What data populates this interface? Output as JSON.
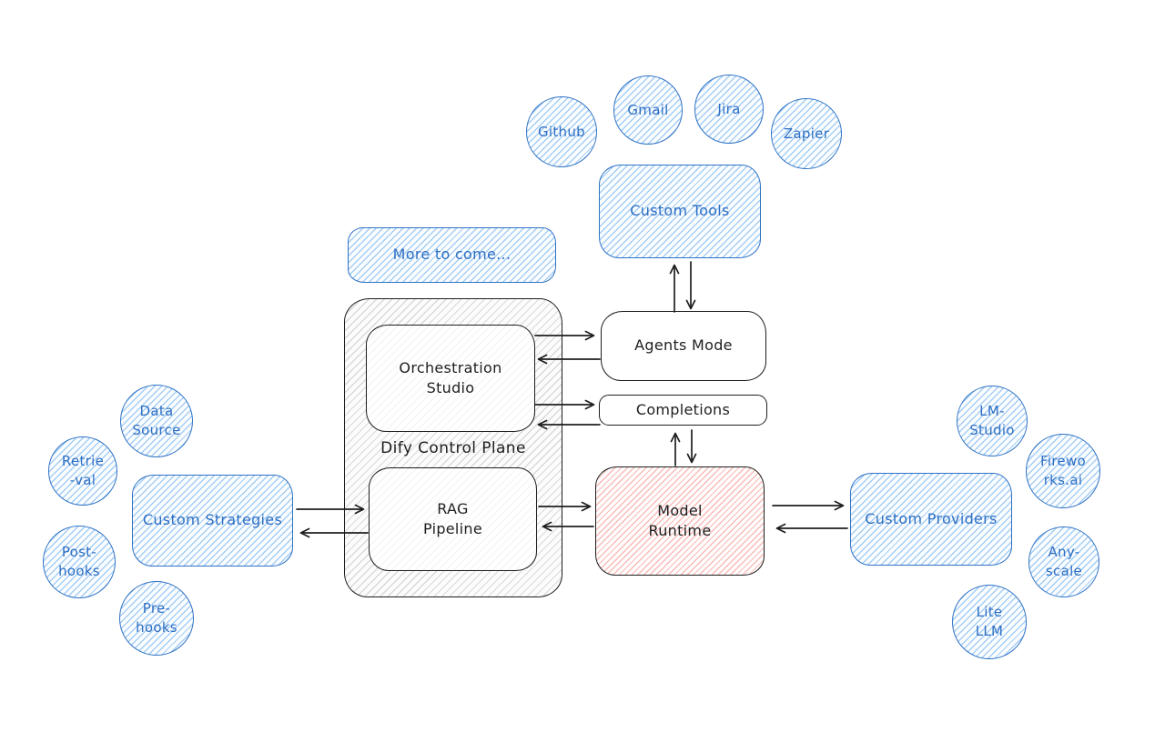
{
  "diagram_title": "Dify Control Plane",
  "colors": {
    "blue_stroke": "#2f72c4",
    "blue_fill_hachure": "#a5d8ff",
    "black_stroke": "#1e1e1e",
    "red_fill_hachure": "#ffc9c9",
    "gray_fill_hachure": "#ced4da",
    "background": "#ffffff"
  },
  "tools": [
    {
      "label": "Github"
    },
    {
      "label": "Gmail"
    },
    {
      "label": "Jira"
    },
    {
      "label": "Zapier"
    }
  ],
  "boxes": {
    "custom_tools": {
      "label": "Custom Tools"
    },
    "more_to_come": {
      "label": "More to come..."
    },
    "control_plane": {
      "label": "Dify Control Plane"
    },
    "orchestration_studio": {
      "label": "Orchestration\nStudio"
    },
    "rag_pipeline": {
      "label": "RAG\nPipeline"
    },
    "agents_mode": {
      "label": "Agents Mode"
    },
    "completions": {
      "label": "Completions"
    },
    "model_runtime": {
      "label": "Model\nRuntime"
    },
    "custom_strategies": {
      "label": "Custom Strategies"
    },
    "custom_providers": {
      "label": "Custom Providers"
    }
  },
  "strategy_circles": [
    {
      "label": "Data\nSource"
    },
    {
      "label": "Retrie\n-val"
    },
    {
      "label": "Post-\nhooks"
    },
    {
      "label": "Pre-\nhooks"
    }
  ],
  "provider_circles": [
    {
      "label": "LM-\nStudio"
    },
    {
      "label": "Firewo\nrks.ai"
    },
    {
      "label": "Any-\nscale"
    },
    {
      "label": "Lite\nLLM"
    }
  ]
}
